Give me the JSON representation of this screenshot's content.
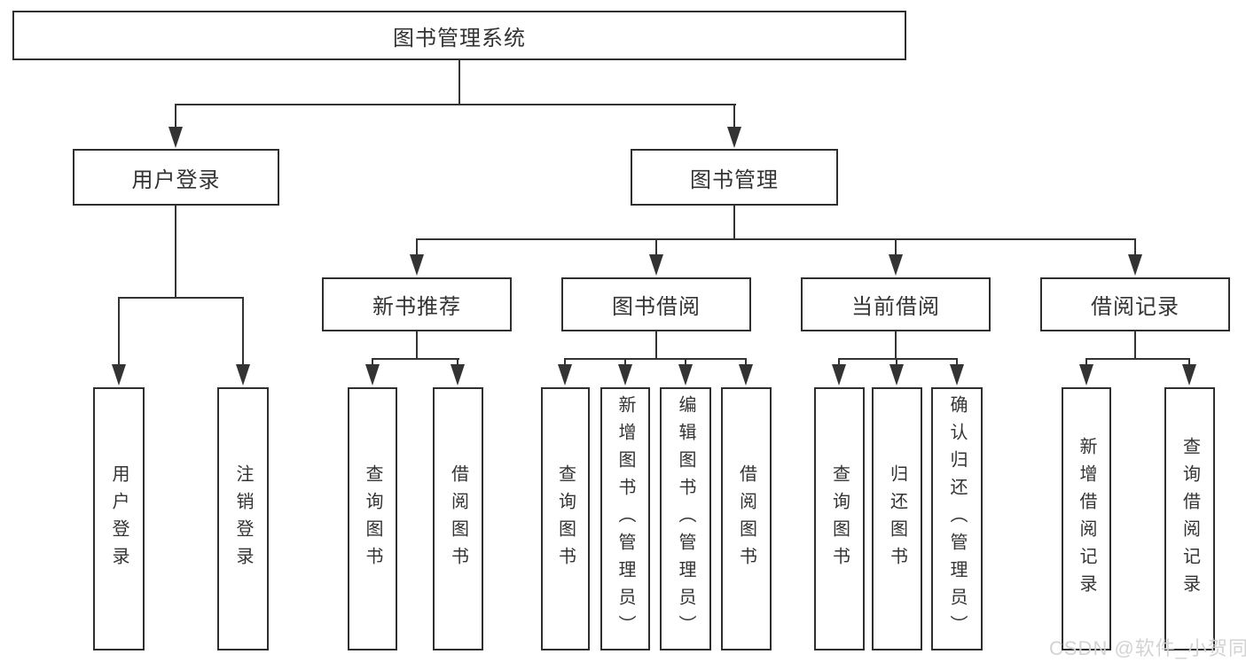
{
  "diagram_type": "tree",
  "tree": {
    "label": "图书管理系统",
    "children": [
      {
        "label": "用户登录",
        "children": [
          {
            "label": "用户登录"
          },
          {
            "label": "注销登录"
          }
        ]
      },
      {
        "label": "图书管理",
        "children": [
          {
            "label": "新书推荐",
            "children": [
              {
                "label": "查询图书"
              },
              {
                "label": "借阅图书"
              }
            ]
          },
          {
            "label": "图书借阅",
            "children": [
              {
                "label": "查询图书"
              },
              {
                "label": "新增图书（管理员）"
              },
              {
                "label": "编辑图书（管理员）"
              },
              {
                "label": "借阅图书"
              }
            ]
          },
          {
            "label": "当前借阅",
            "children": [
              {
                "label": "查询图书"
              },
              {
                "label": "归还图书"
              },
              {
                "label": "确认归还（管理员）"
              }
            ]
          },
          {
            "label": "借阅记录",
            "children": [
              {
                "label": "新增借阅记录"
              },
              {
                "label": "查询借阅记录"
              }
            ]
          }
        ]
      }
    ]
  },
  "watermark": {
    "text": "CSDN @软件_小贺同学"
  },
  "colors": {
    "background": "#ffffff",
    "box_border": "#2f2f2f",
    "line": "#333333",
    "text": "#333333",
    "watermark": "#d1d1d1"
  }
}
